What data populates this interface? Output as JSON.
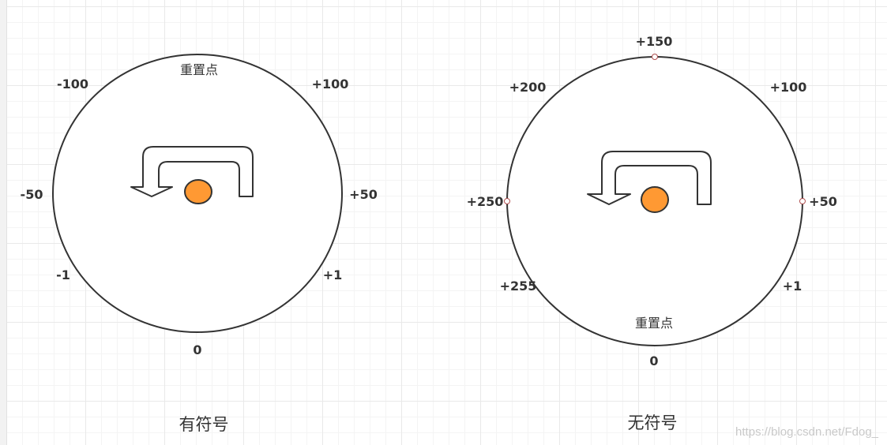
{
  "diagrams": [
    {
      "caption": "有符号",
      "reset_label": "重置点",
      "ticks": {
        "top_left": "-100",
        "top_right": "+100",
        "left": "-50",
        "right": "+50",
        "bottom_left": "-1",
        "bottom_right": "+1",
        "bottom": "0"
      },
      "colors": {
        "circle_stroke": "#333333",
        "dot_fill": "#ff9933",
        "arrow_fill": "#ffffff"
      },
      "icons": [
        "u-turn-arrow-icon"
      ]
    },
    {
      "caption": "无符号",
      "reset_label": "重置点",
      "ticks": {
        "top": "+150",
        "top_left": "+200",
        "top_right": "+100",
        "left": "+250",
        "right": "+50",
        "bottom_left": "+255",
        "bottom_right": "+1",
        "bottom": "0"
      },
      "colors": {
        "circle_stroke": "#333333",
        "dot_fill": "#ff9933",
        "marker_stroke": "#b05050"
      },
      "icons": [
        "u-turn-arrow-icon"
      ]
    }
  ],
  "watermark": "https://blog.csdn.net/Fdog_"
}
